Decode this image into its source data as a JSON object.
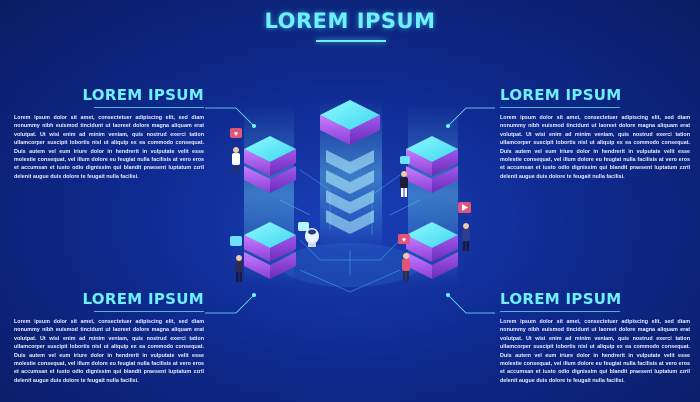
{
  "title": "LOREM IPSUM",
  "blocks": {
    "top_left": {
      "heading": "LOREM IPSUM",
      "text": "Lorem ipsum dolor sit amet, consectetuer adipiscing elit, sed diam nonummy nibh euismod tincidunt ut laoreet dolore magna aliquam erat volutpat. Ut wisi enim ad minim veniam, quis nostrud exerci tation ullamcorper suscipit lobortis nisl ut aliquip ex ea commodo consequat. Duis autem vel eum iriure dolor in hendrerit in vulputate velit esse molestie consequat, vel illum dolore eu feugiat nulla facilisis at vero eros et accumsan et iusto odio dignissim qui blandit praesent luptatum zzril delenit augue duis dolore te feugait nulla facilisi."
    },
    "top_right": {
      "heading": "LOREM IPSUM",
      "text": "Lorem ipsum dolor sit amet, consectetuer adipiscing elit, sed diam nonummy nibh euismod tincidunt ut laoreet dolore magna aliquam erat volutpat. Ut wisi enim ad minim veniam, quis nostrud exerci tation ullamcorper suscipit lobortis nisl ut aliquip ex ea commodo consequat. Duis autem vel eum iriure dolor in hendrerit in vulputate velit esse molestie consequat, vel illum dolore eu feugiat nulla facilisis at vero eros et accumsan et iusto odio dignissim qui blandit praesent luptatum zzril delenit augue duis dolore te feugait nulla facilisi."
    },
    "bottom_left": {
      "heading": "LOREM IPSUM",
      "text": "Lorem ipsum dolor sit amet, consectetuer adipiscing elit, sed diam nonummy nibh euismod tincidunt ut laoreet dolore magna aliquam erat volutpat. Ut wisi enim ad minim veniam, quis nostrud exerci tation ullamcorper suscipit lobortis nisl ut aliquip ex ea commodo consequat. Duis autem vel eum iriure dolor in hendrerit in vulputate velit esse molestie consequat, vel illum dolore eu feugiat nulla facilisis at vero eros et accumsan et iusto odio dignissim qui blandit praesent luptatum zzril delenit augue duis dolore te feugait nulla facilisi."
    },
    "bottom_right": {
      "heading": "LOREM IPSUM",
      "text": "Lorem ipsum dolor sit amet, consectetuer adipiscing elit, sed diam nonummy nibh euismod tincidunt ut laoreet dolore magna aliquam erat volutpat. Ut wisi enim ad minim veniam, quis nostrud exerci tation ullamcorper suscipit lobortis nisl ut aliquip ex ea commodo consequat. Duis autem vel eum iriure dolor in hendrerit in vulputate velit esse molestie consequat, vel illum dolore eu feugiat nulla facilisis at vero eros et accumsan et iusto odio dignissim qui blandit praesent luptatum zzril delenit augue duis dolore te feugait nulla facilisi."
    }
  },
  "colors": {
    "background": "#0f2a8f",
    "accent": "#6ff0ff",
    "server_purple": "#9b4fe0",
    "server_cyan": "#5ee8ff"
  },
  "icons": [
    "server-icon",
    "person-icon",
    "robot-icon",
    "heart-bubble-icon",
    "play-bubble-icon",
    "chat-bubble-icon"
  ]
}
